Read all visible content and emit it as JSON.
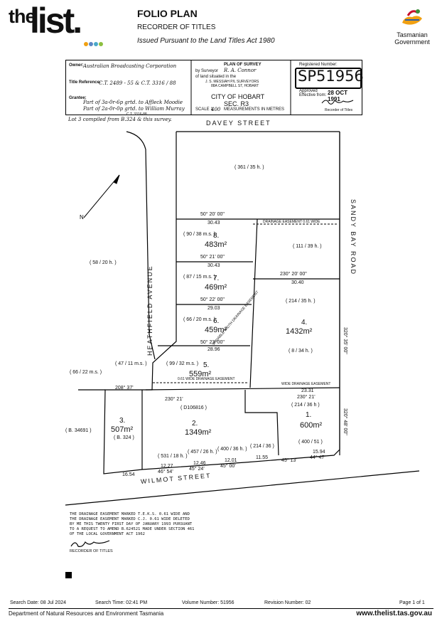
{
  "header": {
    "logo_the": "the",
    "logo_list": "list.",
    "dot_colors": [
      "#f0a012",
      "#5c86c4",
      "#4aa8c9",
      "#8cbf3f"
    ],
    "title": "FOLIO PLAN",
    "subtitle": "RECORDER OF TITLES",
    "act": "Issued Pursuant to the Land Titles Act 1980",
    "gov_line1": "Tasmanian",
    "gov_line2": "Government"
  },
  "titleblock": {
    "owner_label": "Owner:",
    "owner": "Australian Broadcasting Corporation",
    "title_ref_label": "Title Reference:",
    "title_ref": "C.T. 2489 - 55 & C.T. 3316 / 88",
    "grantee_label": "Grantee:",
    "grantee_1": "Part of 3a-0r-6p grtd. to Affleck Moodie",
    "grantee_2": "Part of 2a-0r-0p grtd. to William Murray",
    "plan_of_survey": "PLAN OF SURVEY",
    "surveyor_label": "by Surveyor",
    "surveyor": "R. A. Connor",
    "land_label": "of land situated in the",
    "surveyor_firm_1": "J. S. MESSIAH P/L SURVEYORS",
    "surveyor_firm_2": "88A CAMPBELL ST, HOBART",
    "city": "CITY OF HOBART",
    "section": "SEC. R3",
    "scale_label": "SCALE 1:",
    "scale": "400",
    "measurements": "MEASUREMENTS IN METRES",
    "registered_label": "Registered Number:",
    "reg_number": "SP51956",
    "approved_label": "Approved",
    "effective_label": "Effective from:",
    "date": "28 OCT 1991",
    "recorder_label": "Recorder of Titles",
    "compiled_note": "Lot 3 compiled from B.324 & this survey.",
    "compiled_ref": "C.T. 3316-88"
  },
  "plan": {
    "streets": {
      "davey": "DAVEY STREET",
      "wilmot": "WILMOT STREET",
      "heathfield": "HEATHFIELD AVENUE",
      "sandy_bay": "SANDY BAY ROAD"
    },
    "lots": [
      {
        "no": "8.",
        "area": "483m²",
        "ref": "( 90 / 38 m.s. )"
      },
      {
        "no": "7.",
        "area": "469m²",
        "ref": "( 87 / 15 m.s. )"
      },
      {
        "no": "6.",
        "area": "459m²",
        "ref": "( 66 / 20 m.s. )"
      },
      {
        "no": "5.",
        "area": "559m²",
        "ref": "( 99 / 32 m.s. )"
      },
      {
        "no": "4.",
        "area": "1432m²",
        "ref": "( 214 / 35 h. )"
      },
      {
        "no": "3.",
        "area": "507m²",
        "ref": "( B. 34691 )"
      },
      {
        "no": "2.",
        "area": "1349m²",
        "ref": "( D106816 )"
      },
      {
        "no": "1.",
        "area": "600m²",
        "ref": "( 214 / 36 h )"
      }
    ],
    "top_ref": "( 361 / 35 h. )",
    "left_ref": "( 58 / 20 h. )",
    "left_ref2": "( 47 / 11 m.s. )",
    "left_ref3": "( 66 / 22 m.s. )",
    "ref_531": "( 531 / 18 h. )",
    "ref_457": "( 457 / 26 h. )",
    "ref_400a": "( 400 / 36 h. )",
    "ref_214": "( 214 / 36 )",
    "ref_400b": "( 400 / 51 )",
    "ref_8324": "( B. 324 )",
    "ref_8634": "( 8 / 34 h. )",
    "ref_111": "( 111 / 39 h. )",
    "bearings": {
      "b8": "50° 20' 00\"",
      "b7": "50° 21' 00\"",
      "b6": "50° 22' 00\"",
      "b5": "50° 23' 00\"",
      "b4": "230° 20' 00\"",
      "b2": "230° 21'",
      "b2b": "230° 21'",
      "wilmot1": "46° 54'",
      "wilmot2": "45° 24'",
      "wilmot3": "45° 00'",
      "wilmot4": "45° 13'",
      "wilmot5": "44° 47'",
      "sandy1": "320° 35' 00\"",
      "sandy2": "320° 48' 00\"",
      "road_left": "208° 37'"
    },
    "distances": {
      "d8": "30.43",
      "d7": "30.43",
      "d6": "29.03",
      "d5": "28.96",
      "d4": "30.40",
      "d23": "23.31",
      "w1": "16.54",
      "w2": "12.27",
      "w3": "12.46",
      "w4": "12.01",
      "w5": "11.55",
      "w6": "15.94"
    },
    "easements": {
      "e1": "DRAINAGE EASEMENT 0.61 WIDE",
      "e2": "0.61 WIDE DRAINAGE EASEMENT",
      "e3": "VARIABLE WIDTH DRAINAGE EASEMENT",
      "e4": "WIDE DRAINAGE EASEMENT"
    },
    "north": "N"
  },
  "note": {
    "line1": "THE DRAINAGE EASEMENT MARKED T.E.K.S. 0.61 WIDE AND",
    "line2": "THE DRAINAGE EASEMENT MARKED C.J. 0.61 WIDE DELETED",
    "line3": "BY ME THIS TWENTY FIRST DAY OF JANUARY 1993 PURSUANT",
    "line4": "TO A REQUEST TO AMEND B.624521 MADE UNDER SECTION 461",
    "line5": "OF THE LOCAL GOVERNMENT ACT 1962",
    "signature_label": "RECORDER OF TITLES"
  },
  "footer": {
    "search_date": "Search Date: 08 Jul 2024",
    "search_time": "Search Time: 02:41 PM",
    "volume": "Volume Number: 51956",
    "revision": "Revision Number: 02",
    "page": "Page 1 of 1",
    "dept": "Department of Natural Resources and Environment Tasmania",
    "url": "www.thelist.tas.gov.au"
  }
}
